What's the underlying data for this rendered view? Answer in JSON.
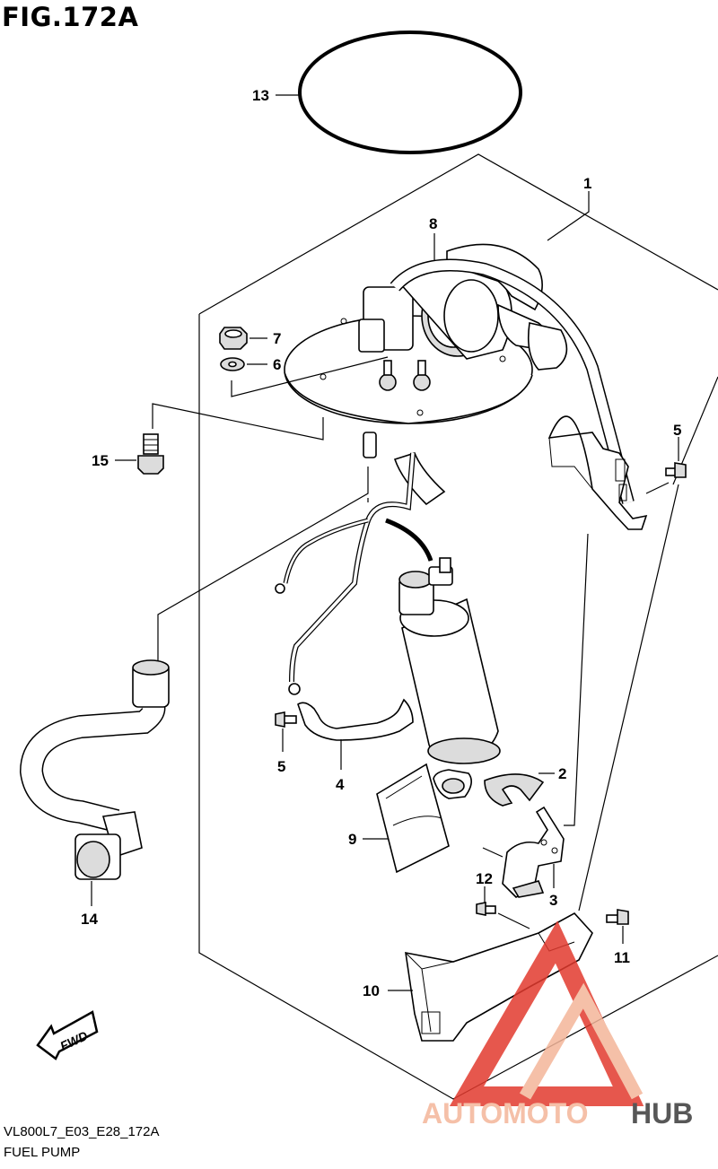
{
  "figure": {
    "title": "FIG.172A",
    "code": "VL800L7_E03_E28_172A",
    "name": "FUEL PUMP"
  },
  "callouts": {
    "c1": "1",
    "c2": "2",
    "c3": "3",
    "c4": "4",
    "c5a": "5",
    "c5b": "5",
    "c6": "6",
    "c7": "7",
    "c8": "8",
    "c9": "9",
    "c10": "10",
    "c11": "11",
    "c12": "12",
    "c13": "13",
    "c14": "14",
    "c15": "15"
  },
  "fwd_label": "FWD",
  "watermark": {
    "part1": "AUTOMOTO",
    "part2": "HUB",
    "color_main": "#f4b69a",
    "color_accent": "#e23a2e",
    "color_dark": "#3a3a3a"
  }
}
